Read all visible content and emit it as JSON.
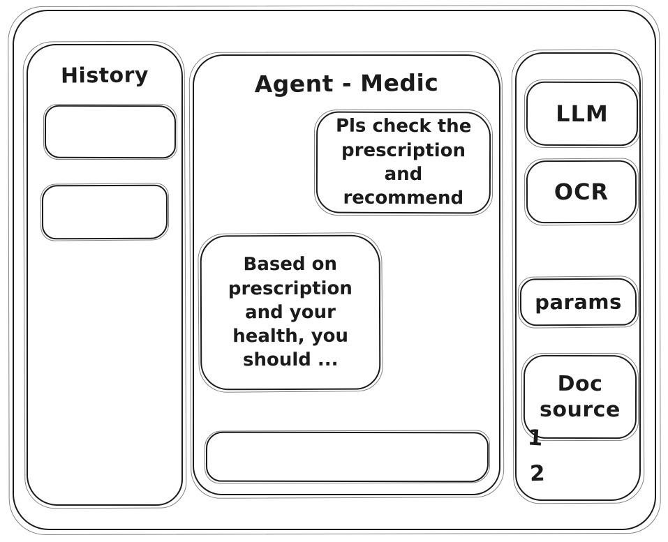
{
  "meta": {
    "ink_color": "#1b1b1b",
    "background_color": "#ffffff"
  },
  "history_panel": {
    "title": "History",
    "items": [
      "",
      ""
    ]
  },
  "chat_panel": {
    "title": "Agent - Medic",
    "messages": [
      {
        "role": "user",
        "text": "Pls check the prescription and recommend"
      },
      {
        "role": "agent",
        "text": "Based on prescription and your health, you should ..."
      }
    ],
    "input": {
      "value": "",
      "placeholder": ""
    }
  },
  "tools_panel": {
    "buttons": [
      {
        "label": "LLM"
      },
      {
        "label": "OCR"
      },
      {
        "label": "params"
      },
      {
        "label": "Doc source"
      }
    ],
    "doc_source_items": [
      "1",
      "2"
    ]
  }
}
